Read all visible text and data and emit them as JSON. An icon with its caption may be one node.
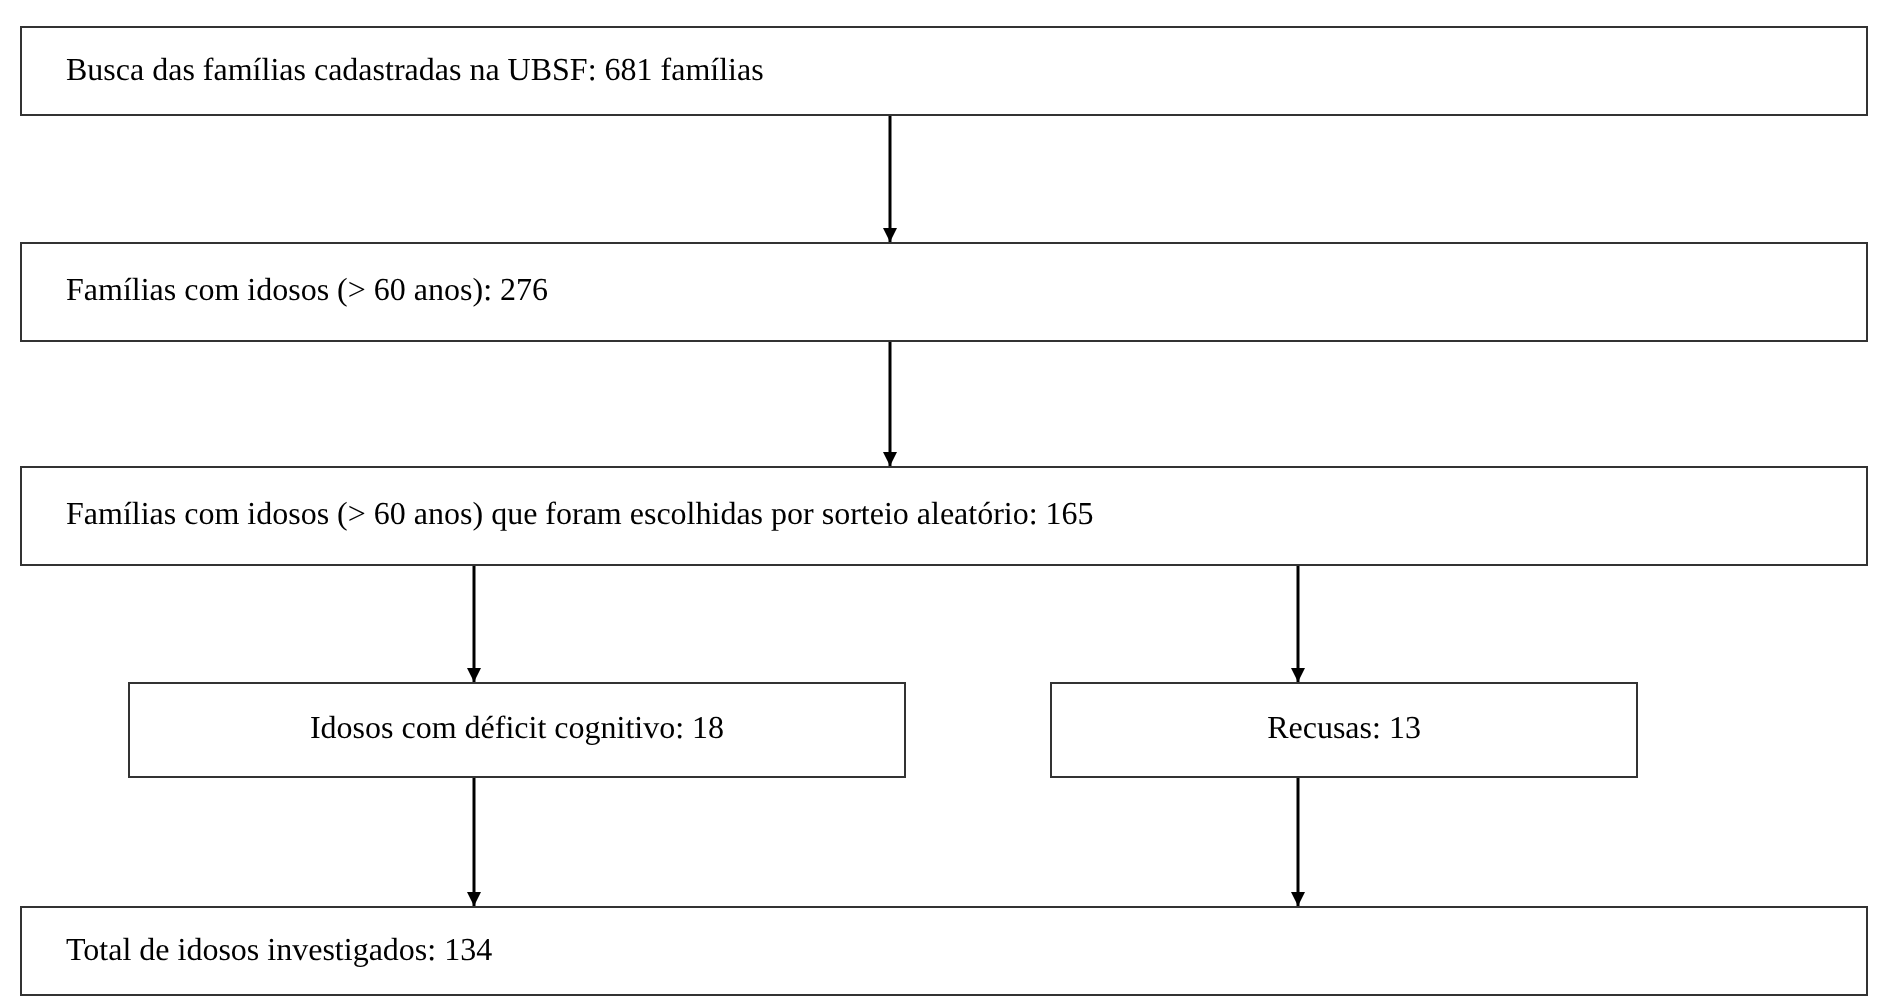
{
  "diagram": {
    "nodes": [
      {
        "text": [
          "Busca das famílias cadastradas na UBSF: 681 famílias"
        ]
      },
      {
        "text": [
          "Famílias com idosos (> 60 anos): 276"
        ]
      },
      {
        "text": [
          "Famílias com idosos (> 60 anos) que foram escolhidas por sorteio aleatório: 165"
        ]
      },
      {
        "text": [
          "Idosos com déficit cognitivo: 18"
        ]
      },
      {
        "text": [
          "Recusas: 13"
        ]
      },
      {
        "text": [
          "Total de idosos investigados: 134"
        ]
      }
    ],
    "edges": [
      {
        "from": 0,
        "to": 1,
        "arrow": "to"
      },
      {
        "from": 1,
        "to": 2,
        "arrow": "to"
      },
      {
        "from": 2,
        "to": 3,
        "arrow": "to"
      },
      {
        "from": 2,
        "to": 4,
        "arrow": "to"
      },
      {
        "from": 3,
        "to": 5,
        "arrow": "to"
      },
      {
        "from": 4,
        "to": 5,
        "arrow": "to"
      }
    ]
  }
}
